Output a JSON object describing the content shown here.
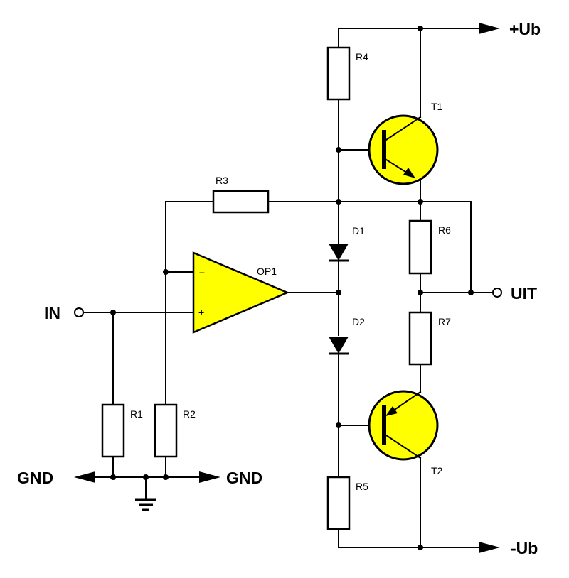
{
  "terminals": {
    "vplus": "+Ub",
    "vminus": "-Ub",
    "input": "IN",
    "output": "UIT",
    "gnd_left": "GND",
    "gnd_right": "GND"
  },
  "components": {
    "r1": "R1",
    "r2": "R2",
    "r3": "R3",
    "r4": "R4",
    "r5": "R5",
    "r6": "R6",
    "r7": "R7",
    "d1": "D1",
    "d2": "D2",
    "t1": "T1",
    "t2": "T2",
    "op1": "OP1"
  },
  "opamp": {
    "minus": "–",
    "plus": "+"
  },
  "colors": {
    "component_fill": "#ffff00",
    "wire": "#000000",
    "background": "#ffffff"
  }
}
